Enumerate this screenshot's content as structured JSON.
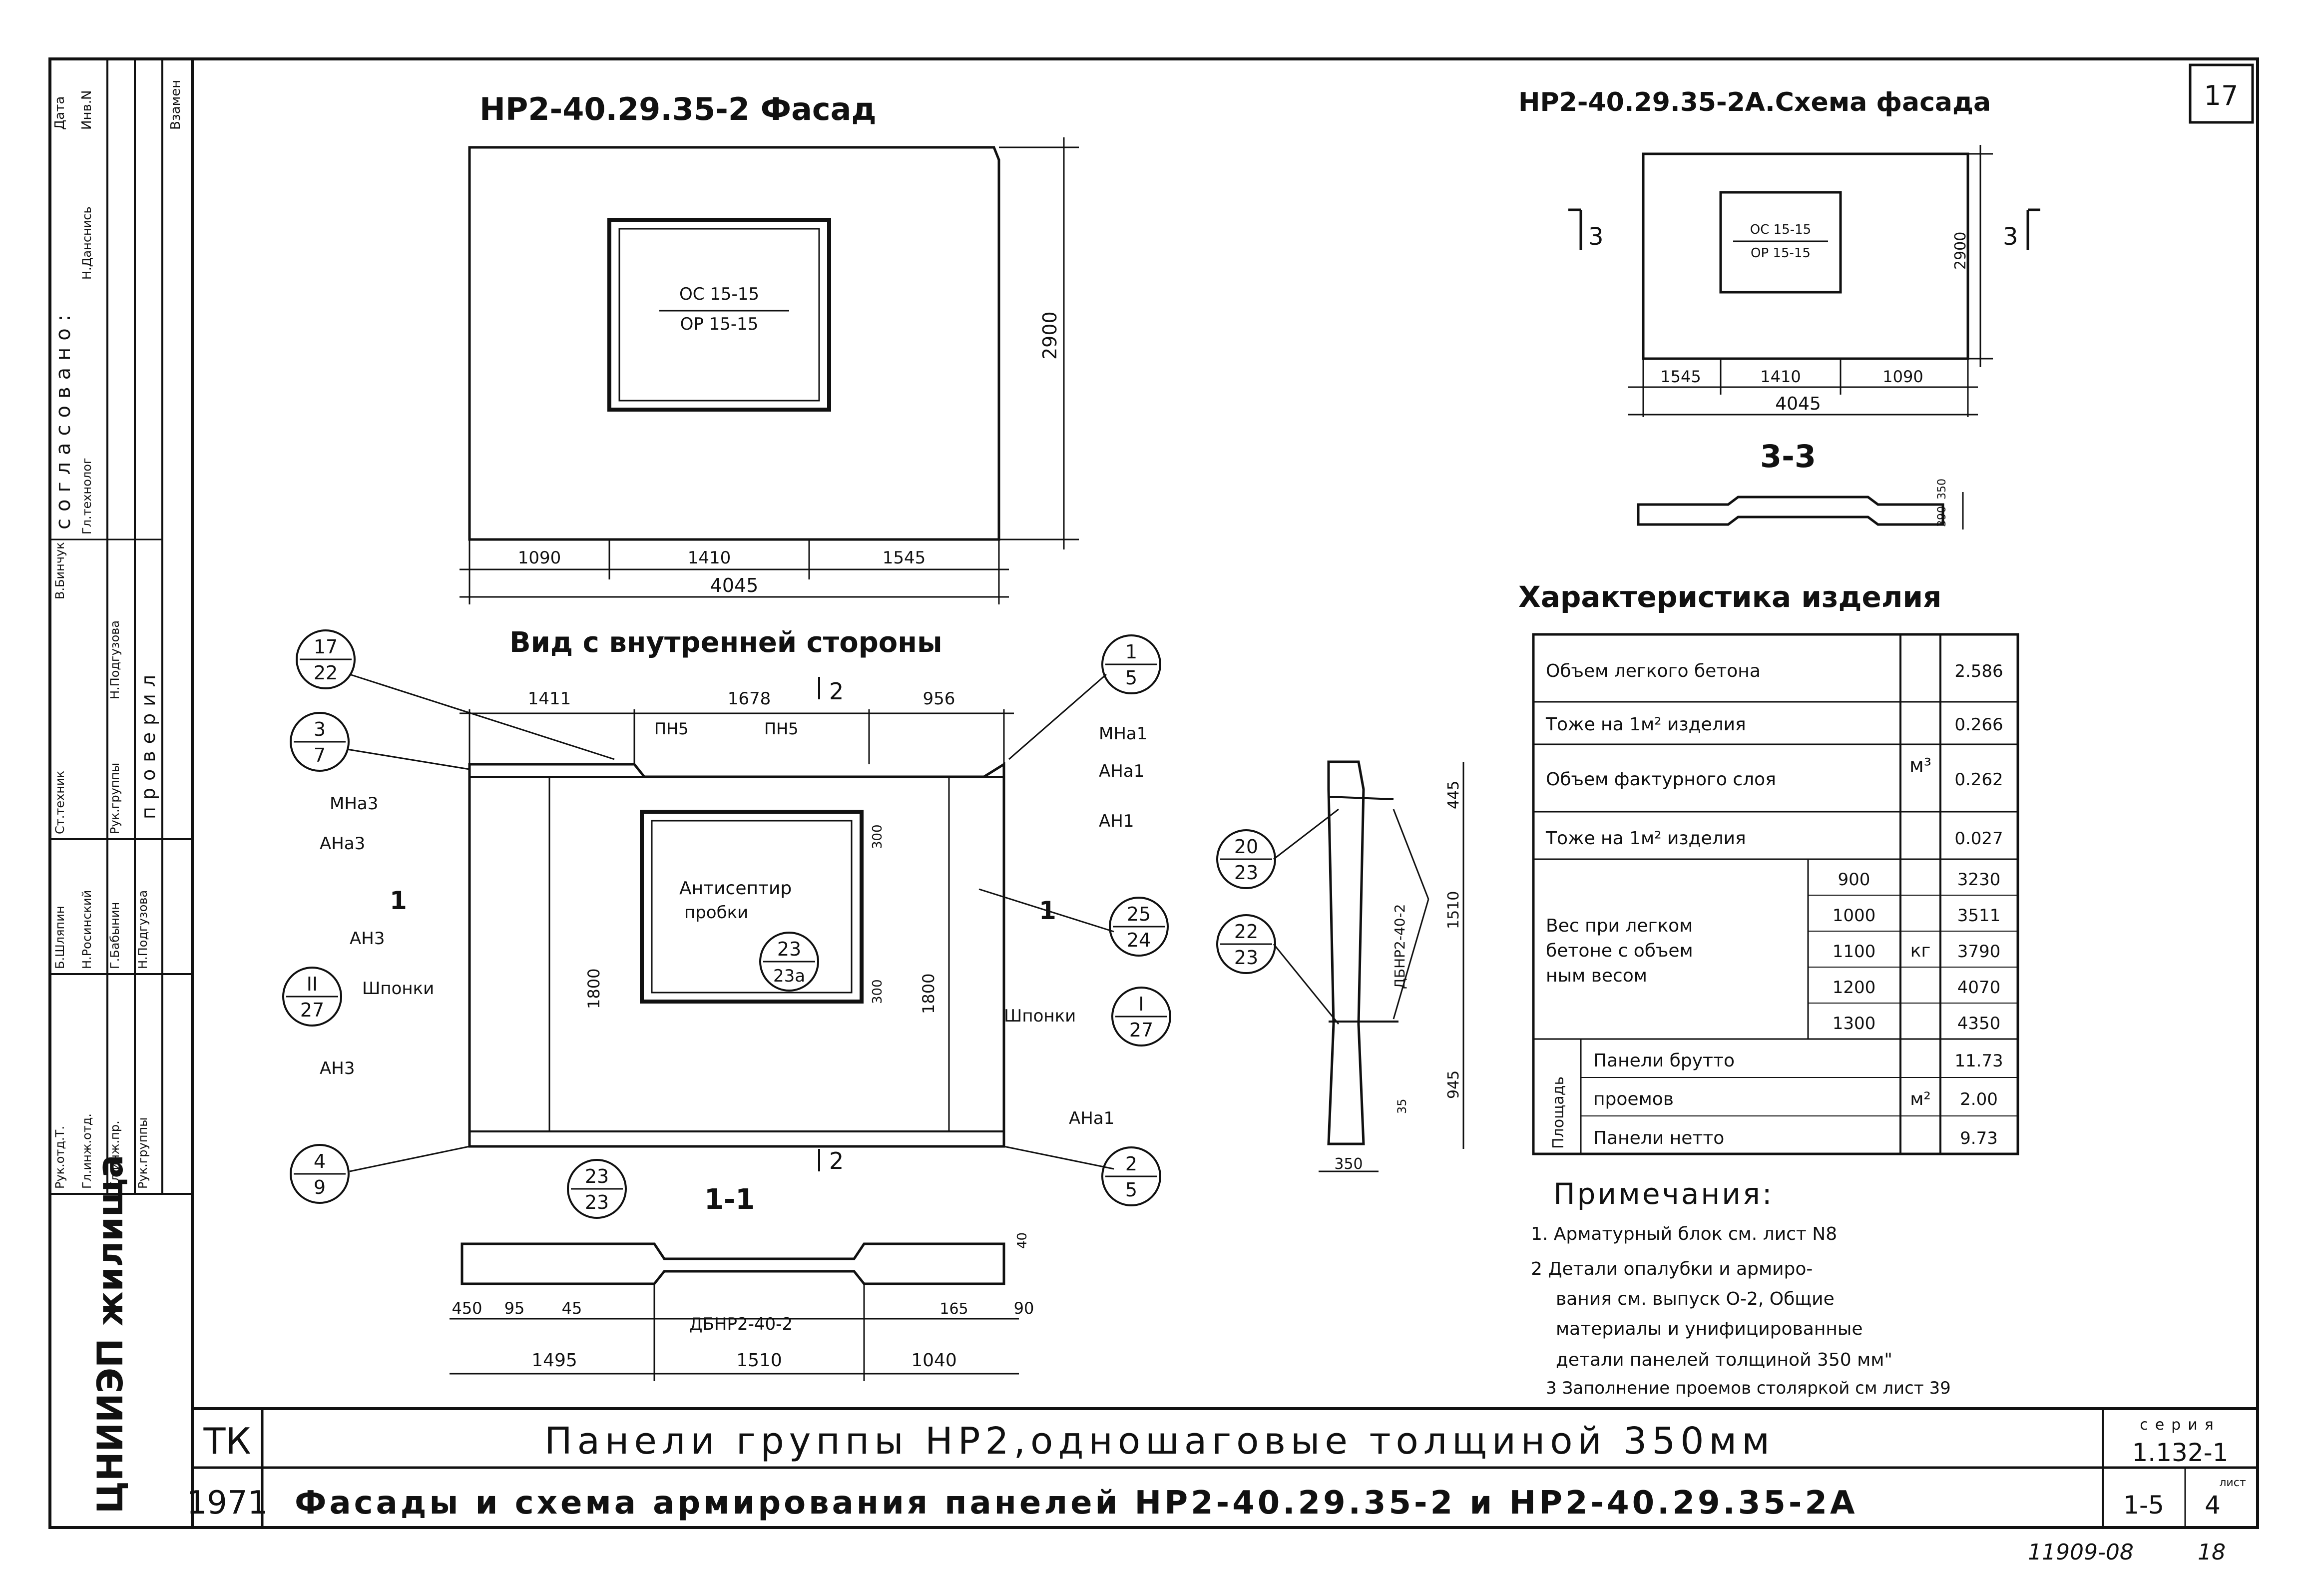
{
  "sheet_number": "17",
  "facade": {
    "title": "НР2-40.29.35-2 Фасад",
    "window_label_top": "ОС 15-15",
    "window_label_bottom": "ОР 15-15",
    "dim_height": "2900",
    "dim_left": "1090",
    "dim_mid": "1410",
    "dim_right": "1545",
    "dim_total": "4045"
  },
  "scheme": {
    "title": "НР2-40.29.35-2А.Схема фасада",
    "window_label_top": "ОС 15-15",
    "window_label_bottom": "ОР 15-15",
    "cut_left": "3",
    "cut_right": "3",
    "dim_height": "2900",
    "dim_left": "1545",
    "dim_mid": "1410",
    "dim_right": "1090",
    "dim_total": "4045",
    "section_label": "3-3",
    "section_dim_a": "350",
    "section_dim_b": "390"
  },
  "inner_view": {
    "title": "Вид с внутренней стороны",
    "dim_1": "1411",
    "dim_2": "1678",
    "dim_3": "956",
    "cut_top": "2",
    "cut_bottom": "2",
    "cut_left": "1",
    "cut_right": "1",
    "pn_left": "ПН5",
    "pn_right": "ПН5",
    "mna_right": "МНа1",
    "ana_right": "АНа1",
    "an_right": "АН1",
    "mna_left": "МНа3",
    "ana_left": "АНа3",
    "an_left": "АН3",
    "an_left_bottom": "АН3",
    "ana_right_bottom": "АНа1",
    "shponki_left": "Шпонки",
    "shponki_right": "Шпонки",
    "antiseptic_1": "Антисептир",
    "antiseptic_2": "пробки",
    "dim_h_left": "1800",
    "dim_h_right": "1800",
    "dim_v_top": "300",
    "dim_v_bot": "300",
    "callouts": [
      {
        "top": "17",
        "bottom": "22"
      },
      {
        "top": "3",
        "bottom": "7"
      },
      {
        "top": "II",
        "bottom": "27"
      },
      {
        "top": "4",
        "bottom": "9"
      },
      {
        "top": "1",
        "bottom": "5"
      },
      {
        "top": "25",
        "bottom": "24"
      },
      {
        "top": "I",
        "bottom": "27"
      },
      {
        "top": "2",
        "bottom": "5"
      },
      {
        "top": "23",
        "bottom": "23а"
      },
      {
        "top": "23",
        "bottom": "23"
      }
    ]
  },
  "section_11": {
    "title": "1-1",
    "label": "ДБНР2-40-2",
    "dims": [
      "450",
      "95",
      "45",
      "1495",
      "1510",
      "1040",
      "165",
      "90",
      "40"
    ]
  },
  "side_section": {
    "label": "ДБНР2-40-2",
    "dim_top": "445",
    "dim_mid": "1510",
    "dim_bot": "945",
    "dim_small": "35",
    "dim_width": "350",
    "callout_a_top": "20",
    "callout_a_bottom": "23",
    "callout_b_top": "22",
    "callout_b_bottom": "23"
  },
  "characteristics": {
    "title": "Характеристика изделия",
    "rows": [
      {
        "label": "Объем легкого бетона",
        "value": "2.586"
      },
      {
        "label": "Тоже на 1м² изделия",
        "value": "0.266"
      },
      {
        "label": "Объем фактурного слоя",
        "value": "0.262"
      },
      {
        "label": "Тоже на 1м² изделия",
        "value": "0.027"
      }
    ],
    "unit_volume": "м³",
    "weight_label_1": "Вес при легком",
    "weight_label_2": "бетоне с объем",
    "weight_label_3": "ным весом",
    "unit_weight": "кг",
    "weights": [
      {
        "density": "900",
        "value": "3230"
      },
      {
        "density": "1000",
        "value": "3511"
      },
      {
        "density": "1100",
        "value": "3790"
      },
      {
        "density": "1200",
        "value": "4070"
      },
      {
        "density": "1300",
        "value": "4350"
      }
    ],
    "area_group": "Площадь",
    "unit_area": "м²",
    "areas": [
      {
        "label": "Панели брутто",
        "value": "11.73"
      },
      {
        "label": "проемов",
        "value": "2.00"
      },
      {
        "label": "Панели нетто",
        "value": "9.73"
      }
    ]
  },
  "notes": {
    "title": "Примечания:",
    "lines": [
      "1. Арматурный блок см. лист N8",
      "2 Детали опалубки и армиро-",
      "вания см. выпуск О-2, Общие",
      "материалы и унифицированные",
      "детали панелей толщиной 350 мм\"",
      "3 Заполнение проемов столяркой см лист 39"
    ]
  },
  "left_stamp": {
    "org": "ЦНИИЭП жилища",
    "agreed_header": "согласовано:",
    "checked_header": "проверил",
    "rows": [
      {
        "role": "Рук.отд.Т.",
        "name": "Б.Шляпин",
        "role2": "Ст.техник",
        "name2": "В.Бинчук"
      },
      {
        "role": "Гл.инж.отд.",
        "name": "Н.Росинский",
        "role2": "Гл.технолог",
        "name2": ""
      },
      {
        "role": "Гл.инж.пр.",
        "name": "Г.Бабынин",
        "role2": "Рук.группы",
        "name2": "Н.Подгузова"
      },
      {
        "role": "Рук.группы",
        "name": "Н.Подгузова",
        "role2": "",
        "name2": ""
      }
    ],
    "date_label": "Дата",
    "inv_label": "Инв.N",
    "inv_name": "Н.Данснись",
    "replaced_label": "Взамен"
  },
  "title_block": {
    "tk": "ТК",
    "year": "1971",
    "line1": "Панели группы НР2,одношаговые толщиной 350мм",
    "line2": "Фасады и схема армирования панелей НР2-40.29.35-2 и НР2-40.29.35-2А",
    "series_label": "серия",
    "series_value": "1.132-1",
    "issue": "1-5",
    "sheet_label": "лист",
    "sheet_value": "4"
  },
  "footer": {
    "code": "11909-08",
    "page": "18"
  }
}
